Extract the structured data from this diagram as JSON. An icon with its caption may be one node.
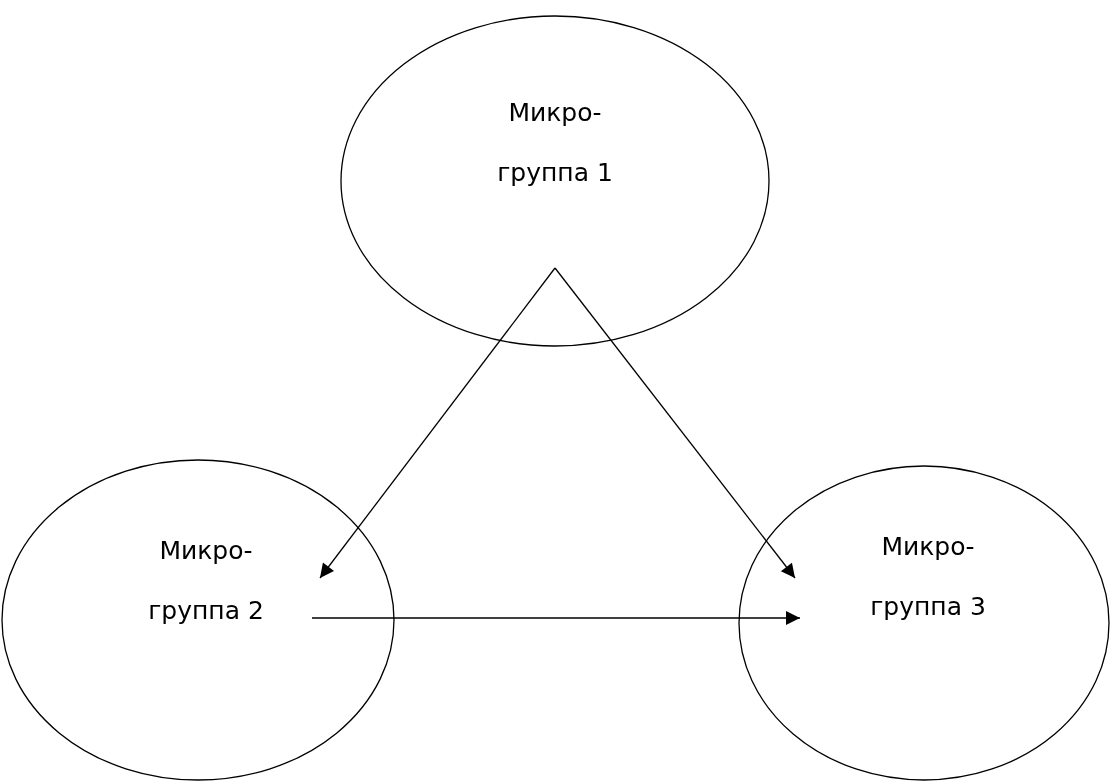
{
  "diagram": {
    "nodes": [
      {
        "text": [
          "Микро- группа 1"
        ]
      },
      {
        "text": [
          "Микро- группа 2"
        ]
      },
      {
        "text": [
          "Микро- группа 3"
        ]
      }
    ],
    "edges": [
      {
        "from": 0,
        "to": 1,
        "arrow": "to"
      },
      {
        "from": 0,
        "to": 2,
        "arrow": "to"
      },
      {
        "from": 1,
        "to": 2,
        "arrow": "to"
      }
    ]
  }
}
